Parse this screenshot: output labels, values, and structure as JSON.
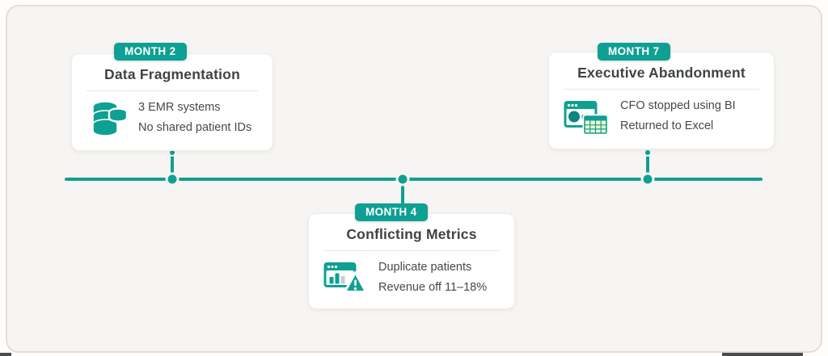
{
  "page": {
    "accent_teal": "#0EA092",
    "panel_background": "#f7f5f3"
  },
  "timeline": {
    "events": [
      {
        "badge": "MONTH 2",
        "title": "Data Fragmentation",
        "details": [
          "3 EMR systems",
          "No shared patient IDs"
        ],
        "icon": "database-stack-icon",
        "position": "above-axis"
      },
      {
        "badge": "MONTH 4",
        "title": "Conflicting Metrics",
        "details": [
          "Duplicate patients",
          "Revenue off 11–18%"
        ],
        "icon": "chart-warning-icon",
        "position": "below-axis"
      },
      {
        "badge": "MONTH 7",
        "title": "Executive Abandonment",
        "details": [
          "CFO stopped using BI",
          "Returned to Excel"
        ],
        "icon": "dashboard-spreadsheet-icon",
        "position": "above-axis"
      }
    ]
  }
}
